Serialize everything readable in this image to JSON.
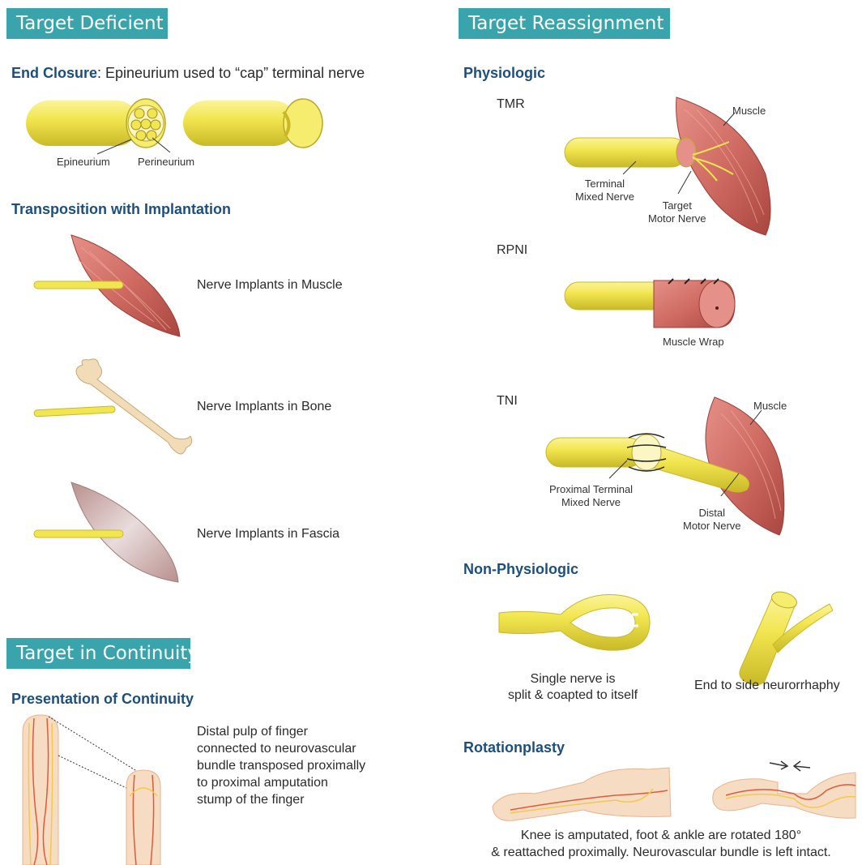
{
  "left": {
    "target_deficient": {
      "banner": "Target Deficient",
      "end_closure": {
        "heading": "End Closure",
        "rest": ": Epineurium used to “cap” terminal nerve",
        "label_epineurium": "Epineurium",
        "label_perineurium": "Perineurium"
      },
      "transposition": {
        "heading": "Transposition with Implantation",
        "items": [
          {
            "label": "Nerve Implants in Muscle"
          },
          {
            "label": "Nerve Implants in Bone"
          },
          {
            "label": "Nerve Implants in Fascia"
          }
        ]
      }
    },
    "target_continuity": {
      "banner": "Target in Continuity",
      "heading": "Presentation of Continuity",
      "caption_lines": [
        "Distal pulp of finger",
        "connected to neurovascular",
        "bundle transposed proximally",
        "to proximal amputation",
        "stump of the finger"
      ]
    }
  },
  "right": {
    "banner": "Target Reassignment",
    "physiologic": {
      "heading": "Physiologic",
      "tmr": {
        "title": "TMR",
        "label_muscle": "Muscle",
        "label_terminal": [
          "Terminal",
          "Mixed Nerve"
        ],
        "label_target": [
          "Target",
          "Motor Nerve"
        ]
      },
      "rpni": {
        "title": "RPNI",
        "label_wrap": "Muscle Wrap"
      },
      "tni": {
        "title": "TNI",
        "label_muscle": "Muscle",
        "label_proximal": [
          "Proximal Terminal",
          "Mixed Nerve"
        ],
        "label_distal": [
          "Distal",
          "Motor Nerve"
        ]
      }
    },
    "non_physiologic": {
      "heading": "Non-Physiologic",
      "left_caption": [
        "Single nerve is",
        "split & coapted to itself"
      ],
      "right_caption": "End to side neurorrhaphy"
    },
    "rotationplasty": {
      "heading": "Rotationplasty",
      "caption": [
        "Knee is amputated, foot & ankle are rotated 180°",
        "& reattached proximally. Neurovascular bundle is left intact."
      ]
    }
  },
  "colors": {
    "banner": "#3aa4ad",
    "heading": "#1c4f7e",
    "nerve": "#f2e650",
    "muscle": "#cf6b62",
    "bone": "#f2dcb8",
    "fascia": "#c9a9a6",
    "skin": "#f7dcc4",
    "vessel": "#e05a3a"
  }
}
